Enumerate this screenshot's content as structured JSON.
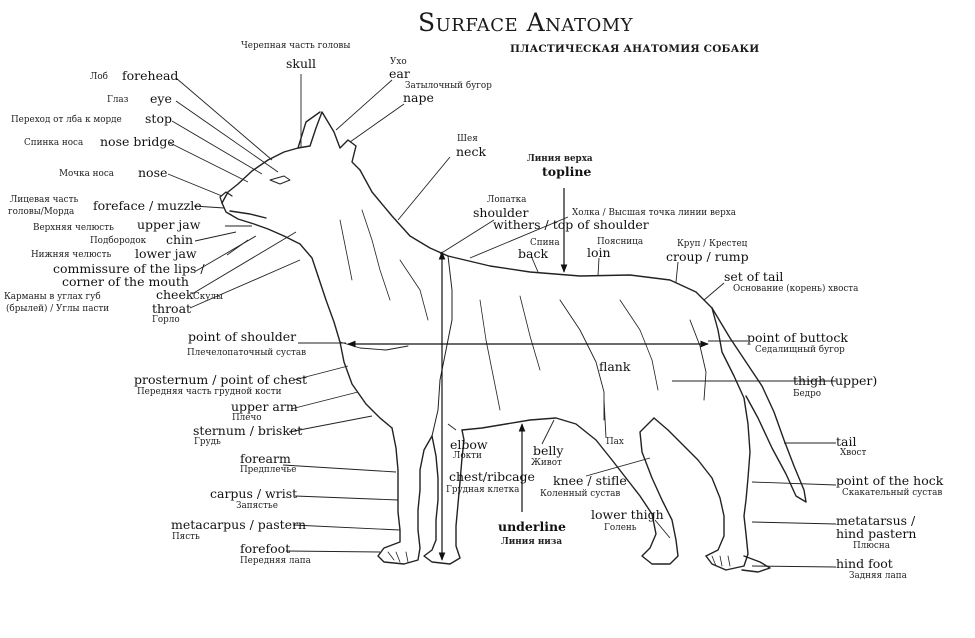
{
  "title": "Surface Anatomy",
  "subtitle": "ПЛАСТИЧЕСКАЯ АНАТОМИЯ СОБАКИ",
  "labels": {
    "skull_ru": "Черепная часть головы",
    "skull": "skull",
    "ear_ru": "Ухо",
    "ear": "ear",
    "nape_ru": "Затылочный бугор",
    "nape": "nape",
    "forehead_ru": "Лоб",
    "forehead": "forehead",
    "eye_ru": "Глаз",
    "eye": "eye",
    "stop_ru": "Переход от лба к морде",
    "stop": "stop",
    "nosebridge_ru": "Спинка носа",
    "nosebridge": "nose bridge",
    "nose_ru": "Мочка носа",
    "nose": "nose",
    "muzzle_ru": "Лицевая часть головы/Морда",
    "muzzle_ru_1": "Лицевая часть",
    "muzzle_ru_2": "головы/Морда",
    "muzzle": "foreface / muzzle",
    "upperjaw_ru": "Верхняя челюсть",
    "upperjaw": "upper jaw",
    "chin_ru": "Подбородок",
    "chin": "chin",
    "lowerjaw_ru": "Нижняя челюсть",
    "lowerjaw": "lower jaw",
    "commissure_1": "commissure of the lips /",
    "commissure_2": "corner of the mouth",
    "lips_ru_1": "Карманы в углах губ",
    "lips_ru_2": "(брылей) / Углы пасти",
    "cheek": "cheek",
    "cheek_ru": "Скулы",
    "throat": "throat",
    "throat_ru": "Горло",
    "neck_ru": "Шея",
    "neck": "neck",
    "topline_ru": "Линия верха",
    "topline": "topline",
    "shoulder_ru": "Лопатка",
    "shoulder": "shoulder",
    "withers_ru": "Холка / Высшая точка линии верха",
    "withers": "withers / top of shoulder",
    "back_ru": "Спина",
    "back": "back",
    "loin_ru": "Поясница",
    "loin": "loin",
    "croup_ru": "Круп / Крестец",
    "croup": "croup / rump",
    "setoftail": "set of tail",
    "setoftail_ru": "Основание (корень) хвоста",
    "pointofshoulder": "point of shoulder",
    "pointofshoulder_ru": "Плечелопаточный сустав",
    "pointofbuttock": "point of buttock",
    "pointofbuttock_ru": "Седалищный бугор",
    "prosternum": "prosternum / point of chest",
    "prosternum_ru": "Передняя часть грудной кости",
    "thigh": "thigh (upper)",
    "thigh_ru": "Бедро",
    "upperarm": "upper arm",
    "upperarm_ru": "Плечо",
    "sternum": "sternum / brisket",
    "sternum_ru": "Грудь",
    "flank": "flank",
    "flank_ru": "Пах",
    "elbow": "elbow",
    "elbow_ru": "Локти",
    "belly": "belly",
    "belly_ru": "Живот",
    "tail": "tail",
    "tail_ru": "Хвост",
    "forearm": "forearm",
    "forearm_ru": "Предплечье",
    "chest": "chest/ribcage",
    "chest_ru": "Грудная клетка",
    "stifle": "knee / stifle",
    "stifle_ru": "Коленный сустав",
    "hock": "point of the hock",
    "hock_ru": "Скакательный сустав",
    "carpus": "carpus / wrist",
    "carpus_ru": "Запястье",
    "metacarpus": "metacarpus / pastern",
    "metacarpus_ru": "Пясть",
    "underline": "underline",
    "underline_ru": "Линия низа",
    "lowerthigh": "lower thigh",
    "lowerthigh_ru": "Голень",
    "metatarsus_1": "metatarsus /",
    "metatarsus_2": "hind pastern",
    "metatarsus_ru": "Плюсна",
    "forefoot": "forefoot",
    "forefoot_ru": "Передняя лапа",
    "hindfoot": "hind foot",
    "hindfoot_ru": "Задняя лапа"
  },
  "colors": {
    "ink": "#111111",
    "line": "#2a2a2a",
    "background": "#ffffff"
  }
}
